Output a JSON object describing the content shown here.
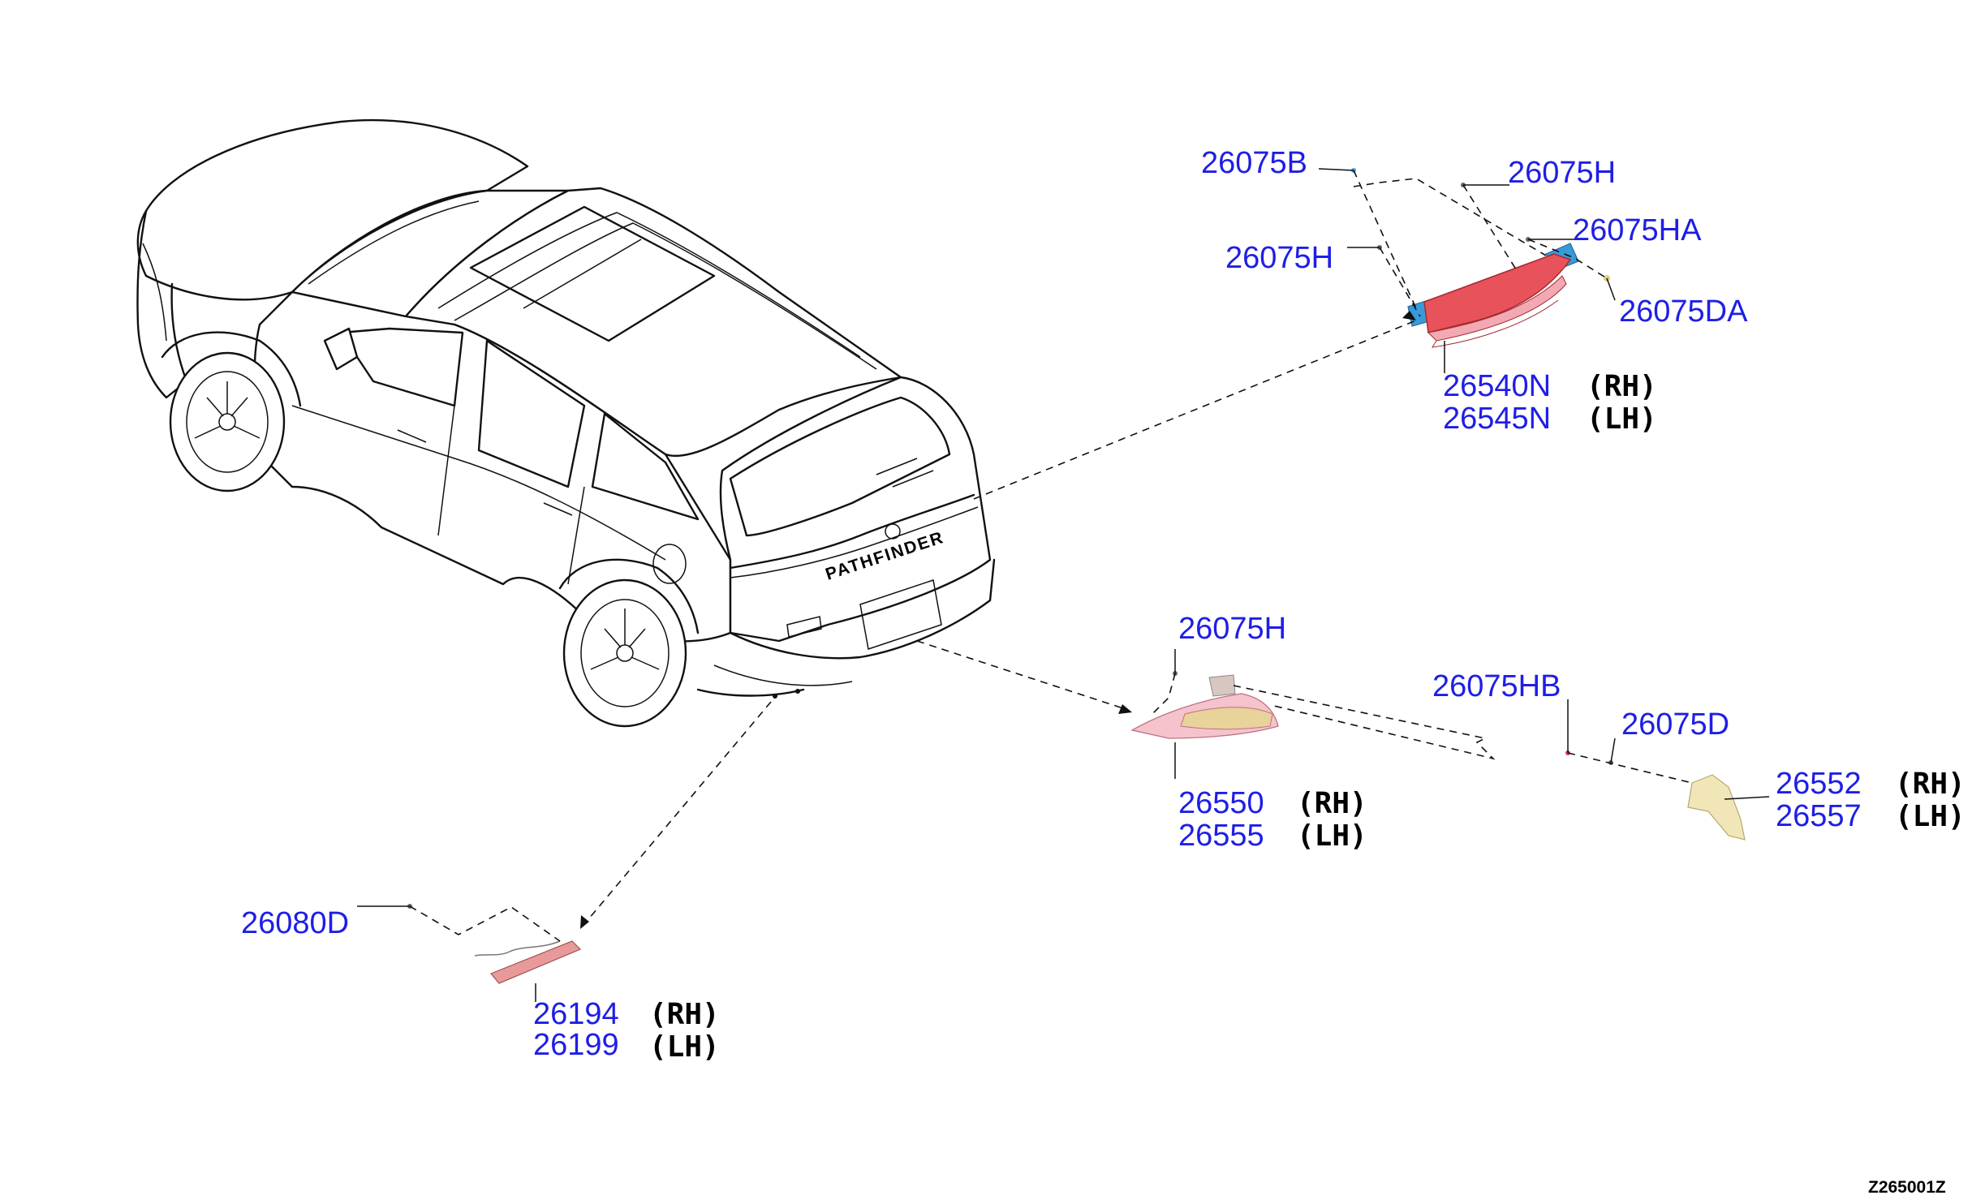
{
  "colors": {
    "part_number_text": "#1e1ee6",
    "side_text": "#000000",
    "tail_lamp_outer": "#e8525a",
    "tail_lamp_bracket": "#3a9ad9",
    "tail_lamp_inner": "#f2a9b4",
    "reflector_insert": "#f0e6b8",
    "rear_reflector": "#e89a9a"
  },
  "callouts": {
    "c1": "26075B",
    "c2": "26075H",
    "c3": "26075HA",
    "c4": "26075H",
    "c5": "26075DA",
    "c6": {
      "rh": "26540N",
      "rh_side": "(RH)",
      "lh": "26545N",
      "lh_side": "(LH)"
    },
    "c7": "26075H",
    "c8": "26075HB",
    "c9": "26075D",
    "c10": {
      "rh": "26550",
      "rh_side": "(RH)",
      "lh": "26555",
      "lh_side": "(LH)"
    },
    "c11": {
      "rh": "26552",
      "rh_side": "(RH)",
      "lh": "26557",
      "lh_side": "(LH)"
    },
    "c12": "26080D",
    "c13": {
      "rh": "26194",
      "rh_side": "(RH)",
      "lh": "26199",
      "lh_side": "(LH)"
    }
  },
  "illustration_code": "Z265001Z",
  "vehicle_badge": "PATHFINDER"
}
